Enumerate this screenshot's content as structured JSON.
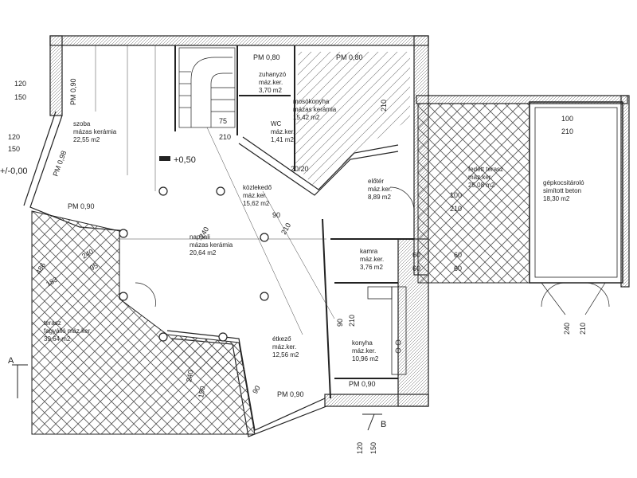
{
  "rooms": {
    "szoba": {
      "name": "szoba",
      "material": "mázas kerámia",
      "area": "22,55 m2"
    },
    "zuhanyzo": {
      "name": "zuhanyzó",
      "material": "máz.ker.",
      "area": "3,70 m2"
    },
    "wc": {
      "name": "WC",
      "material": "máz.ker.",
      "area": "1,41 m2"
    },
    "mosokonyha": {
      "name": "mosókonyha",
      "material": "mázas kerámia",
      "area": "15,42 m2"
    },
    "kozlekedo": {
      "name": "közlekedő",
      "material": "máz.ker.",
      "area": "15,62 m2"
    },
    "eloter": {
      "name": "előtér",
      "material": "máz.ker.",
      "area": "8,89 m2"
    },
    "fedett_terasz": {
      "name": "fedett terasz",
      "material": "máz.ker.",
      "area": "25,08 m2"
    },
    "gepkocsitarolo": {
      "name": "gépkocsitároló",
      "material": "simított beton",
      "area": "18,30 m2"
    },
    "nappali": {
      "name": "nappali",
      "material": "mázas kerámia",
      "area": "20,64 m2"
    },
    "kamra": {
      "name": "kamra",
      "material": "máz.ker.",
      "area": "3,76 m2"
    },
    "terasz": {
      "name": "terasz",
      "material": "fagyálló máz.ker.",
      "area": "39,64 m2"
    },
    "etkezo": {
      "name": "étkező",
      "material": "máz.ker.",
      "area": "12,56 m2"
    },
    "konyha": {
      "name": "konyha",
      "material": "máz.ker.",
      "area": "10,96 m2"
    }
  },
  "labels": {
    "level": "+0,50",
    "datum": "+/-0,00",
    "section_a": "A",
    "section_b": "B",
    "pm_080": "PM 0,80",
    "pm_090": "PM 0,90",
    "pm_098": "PM 0,98"
  },
  "dims": {
    "d120": "120",
    "d150": "150",
    "d210": "210",
    "d90": "90",
    "d100": "100",
    "d60": "60",
    "d240": "240",
    "d95": "95",
    "d183": "183",
    "d486": "486",
    "d20_20": "20/20",
    "d75": "75"
  }
}
